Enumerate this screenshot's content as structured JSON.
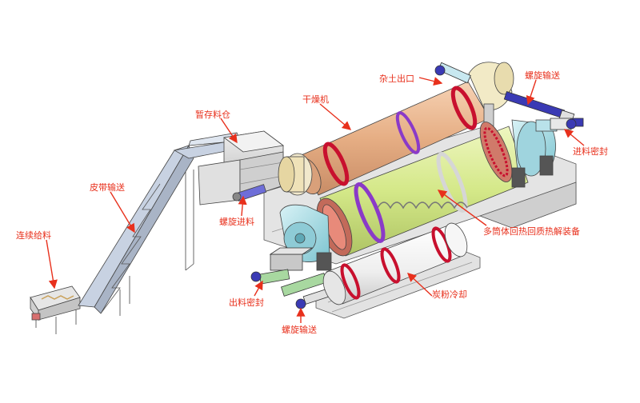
{
  "labels": {
    "continuous_feeding": "连续给料",
    "belt_conveyor": "皮带输送",
    "temporary_bin": "暂存料仓",
    "screw_feeding": "螺旋进料",
    "dryer": "干燥机",
    "impurity_outlet": "杂土出口",
    "screw_conveying_top": "螺旋输送",
    "feeding_seal": "进料密封",
    "multi_cylinder_equipment": "多筒体回热回质热解装备",
    "discharge_seal": "出料密封",
    "screw_conveying_bottom": "螺旋输送",
    "char_cooling": "炭粉冷却"
  },
  "colors": {
    "label_text": "#e8301c",
    "arrow": "#e8301c",
    "outline": "#4a4a4a",
    "dryer_body": "#e8b48e",
    "pyrolysis_body": "#d8ea8e",
    "cooler_body": "#f4f4f4",
    "ring_red": "#c8102e",
    "ring_purple": "#8a3ac8",
    "hood_cyan": "#a8dce4",
    "frame_gray": "#d8d8d8",
    "belt_blue": "#c4cede",
    "screw_blue": "#3a3ab4",
    "pipe_green": "#a8d8a0"
  }
}
